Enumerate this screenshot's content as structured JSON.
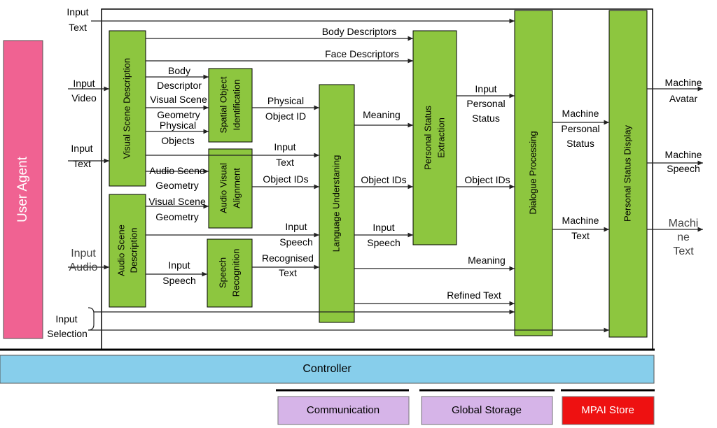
{
  "user_agent": {
    "label": "User Agent",
    "color": "#f06292"
  },
  "controller": {
    "label": "Controller",
    "color": "#87ceeb"
  },
  "services": [
    {
      "label": "Communication",
      "color": "#d6b4e8"
    },
    {
      "label": "Global Storage",
      "color": "#d6b4e8"
    },
    {
      "label": "MPAI Store",
      "color": "#ee1111"
    }
  ],
  "module_color": "#8dc63f",
  "modules": {
    "visual_scene_description": "Visual Scene Description",
    "audio_scene_description": [
      "Audio Scene",
      "Description"
    ],
    "spatial_object_identification": [
      "Spatial Object",
      "Identification"
    ],
    "audio_visual_alignment": [
      "Audio Visual",
      "Alignment"
    ],
    "speech_recognition": [
      "Speech",
      "Recognition"
    ],
    "language_understanding": "Language Understaning",
    "personal_status_extraction": [
      "Personal Status",
      "Extraction"
    ],
    "dialogue_processing": "Dialogue Processing",
    "personal_status_display": "Personal Status Display"
  },
  "inputs": {
    "text_top": [
      "Input",
      "Text"
    ],
    "video": [
      "Input",
      "Video"
    ],
    "text_mid": [
      "Input",
      "Text"
    ],
    "audio": [
      "Input",
      "Audio"
    ],
    "selection": [
      "Input",
      "Selection"
    ]
  },
  "outputs": {
    "avatar": [
      "Machine",
      "Avatar"
    ],
    "speech": [
      "Machine",
      "Speech"
    ],
    "text": [
      "Machi",
      "ne",
      "Text"
    ]
  },
  "signals": {
    "body_descriptors": "Body Descriptors",
    "face_descriptors": "Face Descriptors",
    "body_descriptor": [
      "Body",
      "Descriptor"
    ],
    "visual_scene_geometry_1": [
      "Visual Scene",
      "Geometry"
    ],
    "physical_objects": [
      "Physical",
      "Objects"
    ],
    "audio_scene_geometry": [
      "Audio Scene",
      "Geometry"
    ],
    "visual_scene_geometry_2": [
      "Visual Scene",
      "Geometry"
    ],
    "input_speech_1": [
      "Input",
      "Speech"
    ],
    "physical_object_id": [
      "Physical",
      "Object ID"
    ],
    "input_text_lu": [
      "Input",
      "Text"
    ],
    "object_ids_1": "Object IDs",
    "input_speech_2": [
      "Input",
      "Speech"
    ],
    "recognised_text": [
      "Recognised",
      "Text"
    ],
    "meaning_1": "Meaning",
    "object_ids_2": "Object IDs",
    "input_speech_3": [
      "Input",
      "Speech"
    ],
    "input_personal_status": [
      "Input",
      "Personal",
      "Status"
    ],
    "object_ids_3": "Object IDs",
    "meaning_2": "Meaning",
    "refined_text": "Refined Text",
    "machine_personal_status": [
      "Machine",
      "Personal",
      "Status"
    ],
    "machine_text_mid": [
      "Machine",
      "Text"
    ]
  }
}
